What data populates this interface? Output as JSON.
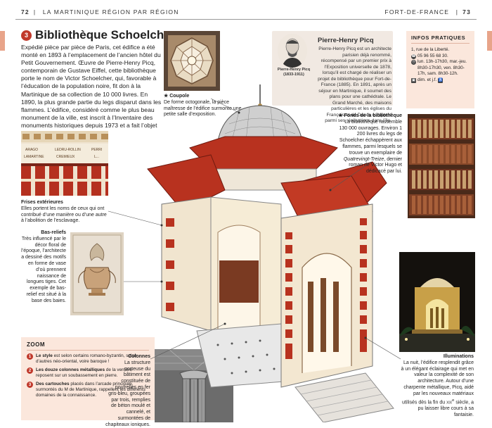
{
  "header": {
    "page_left": "72",
    "section_left": "LA MARTINIQUE RÉGION PAR RÉGION",
    "section_right": "FORT-DE-FRANCE",
    "page_right": "73"
  },
  "title": {
    "number": "3",
    "text": "Bibliothèque Schoelcher"
  },
  "intro": "Expédié pièce par pièce de Paris, cet édifice a été monté en 1893 à l’emplacement de l’ancien hôtel du Petit Gouvernement. Œuvre de Pierre-Henry Picq, contemporain de Gustave Eiffel, cette bibliothèque porte le nom de Victor Schoelcher, qui, favorable à l’éducation de la population noire, fit don à la Martinique de sa collection de 10 000 livres. En 1890, la plus grande partie du legs disparut dans les flammes. L’édifice, considéré comme le plus beau monument de la ville, est inscrit à l’Inventaire des monuments historiques depuis 1973 et a fait l’objet d’une remarquable restauration.",
  "captions": {
    "coupole": {
      "title": "★ Coupole",
      "text": "De forme octogonale, la pièce maîtresse de l’édifice surmonte une petite salle d’exposition."
    },
    "frises": {
      "title": "Frises extérieures",
      "text": "Elles portent les noms de ceux qui ont contribué d’une manière ou d’une autre à l’abolition de l’esclavage."
    },
    "basreliefs": {
      "title": "Bas-reliefs",
      "text": "Très influencé par le décor floral de l’époque, l’architecte a dessiné des motifs en forme de vase d’où prennent naissance de longues tiges. Cet exemple de bas-relief est situé à la base des baies."
    },
    "colonnes": {
      "title": "Colonnes",
      "text": "La structure porteuse du bâtiment est constituée de poutrelles en fer gris-bleu, groupées par trois, remplies de béton moulé et cannelé, et surmontées de chapiteaux ioniques."
    },
    "fonds": {
      "title": "★ Fonds de la bibliothèque",
      "text_a": "La bibliothèque rassemble 130 000 ouvrages. Environ 1 200 livres du legs de Schoelcher échappèrent aux flammes, parmi lesquels se trouve un exemplaire de ",
      "text_italic": "Quatrevingt-Treize",
      "text_b": ", dernier roman de Victor Hugo et dédicacé par lui."
    },
    "illuminations": {
      "title": "Illuminations",
      "text_a": "La nuit, l’édifice resplendit grâce à un élégant éclairage qui met en valeur la complexité de son architecture. Autour d’une charpente métallique, Picq, aidé par les nouveaux matériaux utilisés dès la fin du ",
      "text_sc": "xix",
      "text_sup": "e",
      "text_b": " siècle, a pu laisser libre cours à sa fantaisie."
    }
  },
  "frieze_names": [
    "ARAGO",
    "LEDRU-ROLLIN",
    "PERRI",
    "LAMARTINE",
    "CREMIEUX",
    "L..."
  ],
  "picq": {
    "name": "Pierre-Henry Picq",
    "portrait_label": "Pierre-Henry Picq",
    "portrait_dates": "(1833-1911)",
    "text": "Pierre-Henry Picq est un architecte parisien déjà renommé, récompensé par un premier prix à l’Exposition universelle de 1878, lorsqu’il est chargé de réaliser un projet de bibliothèque pour Fort-de-France (1885). En 1891, après un séjour en Martinique, il soumet des plans pour une cathédrale. Le Grand Marché, des maisons particulières et les églises du François et de Ducos comptent parmi ses réalisations dans l’île."
  },
  "infos": {
    "heading": "INFOS PRATIQUES",
    "lines": [
      {
        "icon": "",
        "text": "1, rue de la Liberté."
      },
      {
        "icon": "phone-icon",
        "text": "05 96 55 68 30."
      },
      {
        "icon": "clock-icon",
        "text": "lun. 13h-17h30, mar.-jeu. 8h30-17h30, ven. 8h30-17h, sam. 8h30-12h."
      },
      {
        "icon": "camera-icon",
        "text": "dim. et j.f."
      }
    ]
  },
  "zoom": {
    "heading": "ZOOM",
    "items": [
      {
        "n": "1",
        "bold": "Le style",
        "text": " est selon certains romano-byzantin, selon d’autres néo-oriental, voire baroque !"
      },
      {
        "n": "2",
        "bold": "Les douze colonnes métalliques",
        "text": " de la verrière reposent sur un soubassement en pierre."
      },
      {
        "n": "3",
        "bold": "Des cartouches",
        "text": " placés dans l’arcade principale, surmontés du M de Martinique, rappellent les différents domaines de la connaissance."
      }
    ]
  }
}
